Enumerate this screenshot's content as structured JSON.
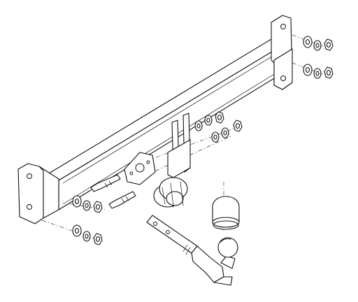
{
  "diagram": {
    "kind": "exploded-assembly",
    "line_color": "#111111",
    "background": "#ffffff",
    "parts": [
      "crossbar",
      "bracket-right",
      "bracket-left",
      "center-plate",
      "socket-mount",
      "coupling-knob",
      "detachable-tow-bar",
      "tow-ball",
      "ball-cap",
      "bolt",
      "washer",
      "nut"
    ]
  }
}
